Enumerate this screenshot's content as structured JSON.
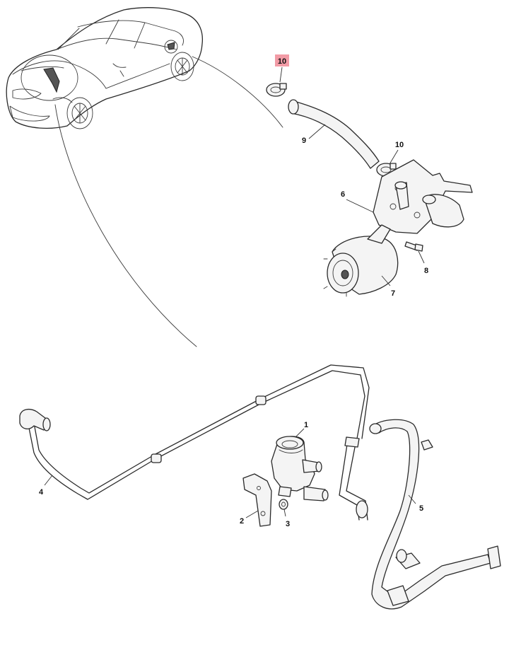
{
  "diagram": {
    "highlight_color": "#f29ba6",
    "callouts": [
      {
        "id": "c10a",
        "label": "10",
        "highlighted": true
      },
      {
        "id": "c9",
        "label": "9"
      },
      {
        "id": "c10b",
        "label": "10"
      },
      {
        "id": "c6",
        "label": "6"
      },
      {
        "id": "c8",
        "label": "8"
      },
      {
        "id": "c7",
        "label": "7"
      },
      {
        "id": "c1",
        "label": "1"
      },
      {
        "id": "c4",
        "label": "4"
      },
      {
        "id": "c5",
        "label": "5"
      },
      {
        "id": "c2",
        "label": "2"
      },
      {
        "id": "c3",
        "label": "3"
      }
    ]
  }
}
